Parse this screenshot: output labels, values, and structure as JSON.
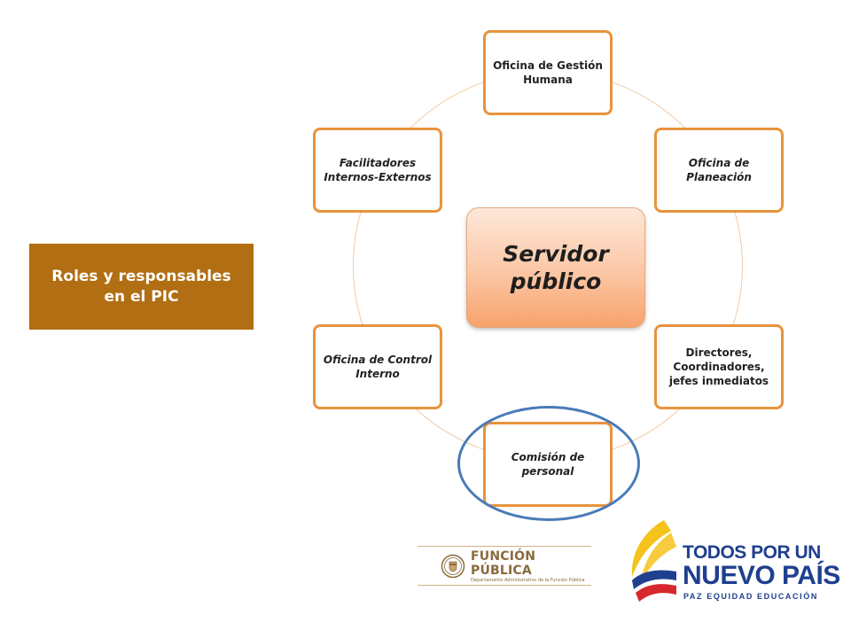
{
  "title_box": {
    "text": "Roles y responsables en el PIC"
  },
  "center": {
    "text": "Servidor público"
  },
  "nodes": {
    "top": "Oficina de Gestión Humana",
    "upper_right": "Oficina de Planeación",
    "lower_right": "Directores, Coordinadores, jefes inmediatos",
    "bottom": "Comisión de personal",
    "lower_left": "Oficina de Control Interno",
    "upper_left": "Facilitadores Internos-Externos"
  },
  "logos": {
    "funcion_publica": {
      "name": "FUNCIÓN PÚBLICA",
      "subtitle": "Departamento Administrativo de la Función Pública"
    },
    "todos_por_un_nuevo_pais": {
      "line1": "TODOS POR UN",
      "line2": "NUEVO PAÍS",
      "line3": "PAZ   EQUIDAD   EDUCACIÓN"
    }
  },
  "colors": {
    "title_bg": "#b26e13",
    "node_border": "#e8933e",
    "highlight_ring": "#4a7bb8",
    "center_fill": "#fbc6a4",
    "brand_blue": "#1f3f8f"
  }
}
